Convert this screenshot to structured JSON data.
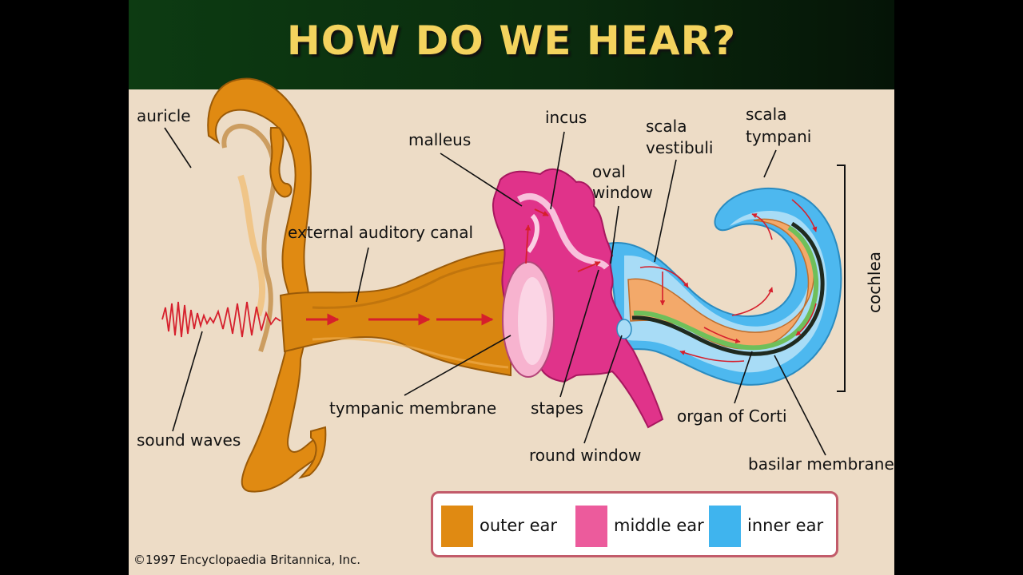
{
  "slide": {
    "title": "HOW DO WE HEAR?",
    "copyright": "©1997 Encyclopaedia Britannica, Inc."
  },
  "labels": {
    "auricle": "auricle",
    "malleus": "malleus",
    "incus": "incus",
    "scala_vestibuli_1": "scala",
    "scala_vestibuli_2": "vestibuli",
    "scala_tympani_1": "scala",
    "scala_tympani_2": "tympani",
    "oval_window_1": "oval",
    "oval_window_2": "window",
    "external_auditory_canal": "external auditory canal",
    "cochlea": "cochlea",
    "sound_waves": "sound waves",
    "tympanic_membrane": "tympanic membrane",
    "stapes": "stapes",
    "organ_of_corti": "organ of Corti",
    "round_window": "round window",
    "basilar_membrane": "basilar membrane"
  },
  "legend": [
    {
      "label": "outer ear",
      "color": "#e08a12"
    },
    {
      "label": "middle ear",
      "color": "#ec5b9c"
    },
    {
      "label": "inner ear",
      "color": "#3fb4ee"
    }
  ],
  "colors": {
    "outer_ear": "#e08a12",
    "middle_ear": "#e0338a",
    "inner_ear": "#4db8ef",
    "sound_wave": "#d61f2c",
    "title_text": "#f4d35e"
  }
}
